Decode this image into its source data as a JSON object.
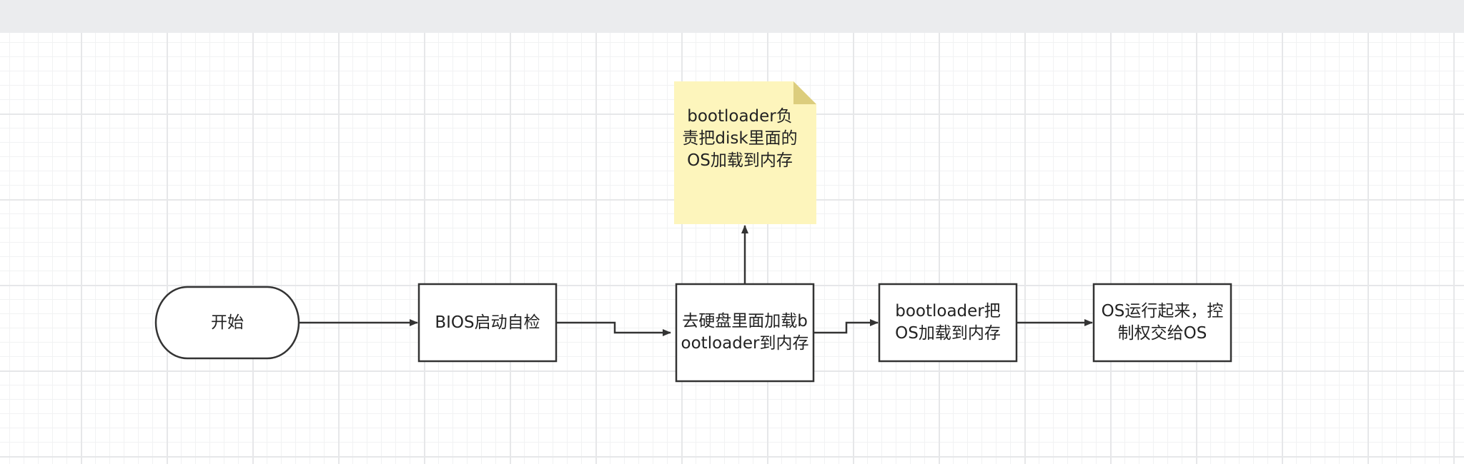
{
  "diagram": {
    "nodes": {
      "start": {
        "label": "开始"
      },
      "bios": {
        "label": "BIOS启动自检"
      },
      "load_bootloader": {
        "label": "去硬盘里面加载bootloader到内存"
      },
      "bootloader_loads_os": {
        "label": "bootloader把OS加载到内存"
      },
      "os_running": {
        "label": "OS运行起来，控制权交给OS"
      }
    },
    "note": {
      "label": "bootloader负责把disk里面的OS加载到内存"
    }
  },
  "colors": {
    "stroke": "#333333",
    "note_fill": "#fdf5bc",
    "note_fold": "#dccd7d",
    "grid_major": "#e6e7e9",
    "grid_minor": "#f1f2f3",
    "topbar": "#ebecee"
  }
}
